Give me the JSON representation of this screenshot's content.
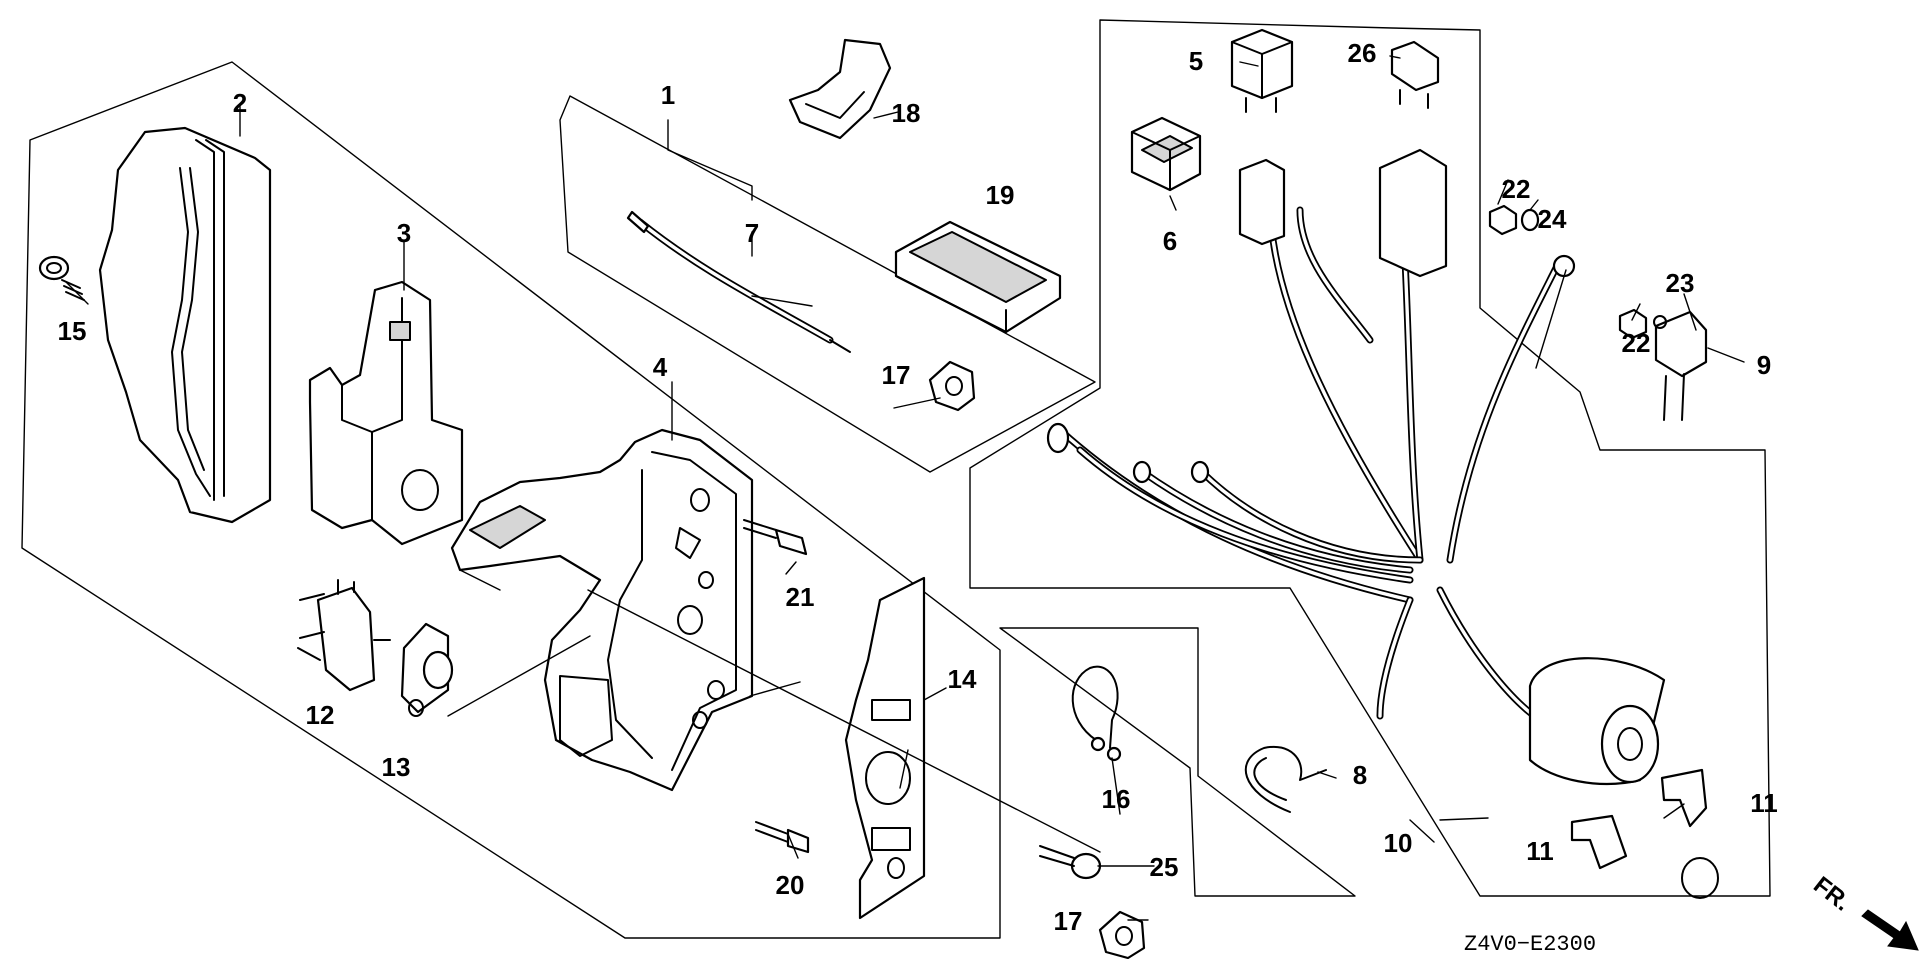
{
  "diagram": {
    "drawing_code": "Z4V0−E2300",
    "direction_label": "FR.",
    "callouts": [
      {
        "id": "c1",
        "text": "1"
      },
      {
        "id": "c2",
        "text": "2"
      },
      {
        "id": "c3",
        "text": "3"
      },
      {
        "id": "c4",
        "text": "4"
      },
      {
        "id": "c5",
        "text": "5"
      },
      {
        "id": "c6",
        "text": "6"
      },
      {
        "id": "c7",
        "text": "7"
      },
      {
        "id": "c8",
        "text": "8"
      },
      {
        "id": "c9",
        "text": "9"
      },
      {
        "id": "c10",
        "text": "10"
      },
      {
        "id": "c11a",
        "text": "11"
      },
      {
        "id": "c11b",
        "text": "11"
      },
      {
        "id": "c12",
        "text": "12"
      },
      {
        "id": "c13",
        "text": "13"
      },
      {
        "id": "c14",
        "text": "14"
      },
      {
        "id": "c15",
        "text": "15"
      },
      {
        "id": "c16",
        "text": "16"
      },
      {
        "id": "c17a",
        "text": "17"
      },
      {
        "id": "c17b",
        "text": "17"
      },
      {
        "id": "c18",
        "text": "18"
      },
      {
        "id": "c19",
        "text": "19"
      },
      {
        "id": "c20",
        "text": "20"
      },
      {
        "id": "c21",
        "text": "21"
      },
      {
        "id": "c22a",
        "text": "22"
      },
      {
        "id": "c22b",
        "text": "22"
      },
      {
        "id": "c23",
        "text": "23"
      },
      {
        "id": "c24",
        "text": "24"
      },
      {
        "id": "c25",
        "text": "25"
      },
      {
        "id": "c26",
        "text": "26"
      }
    ]
  }
}
